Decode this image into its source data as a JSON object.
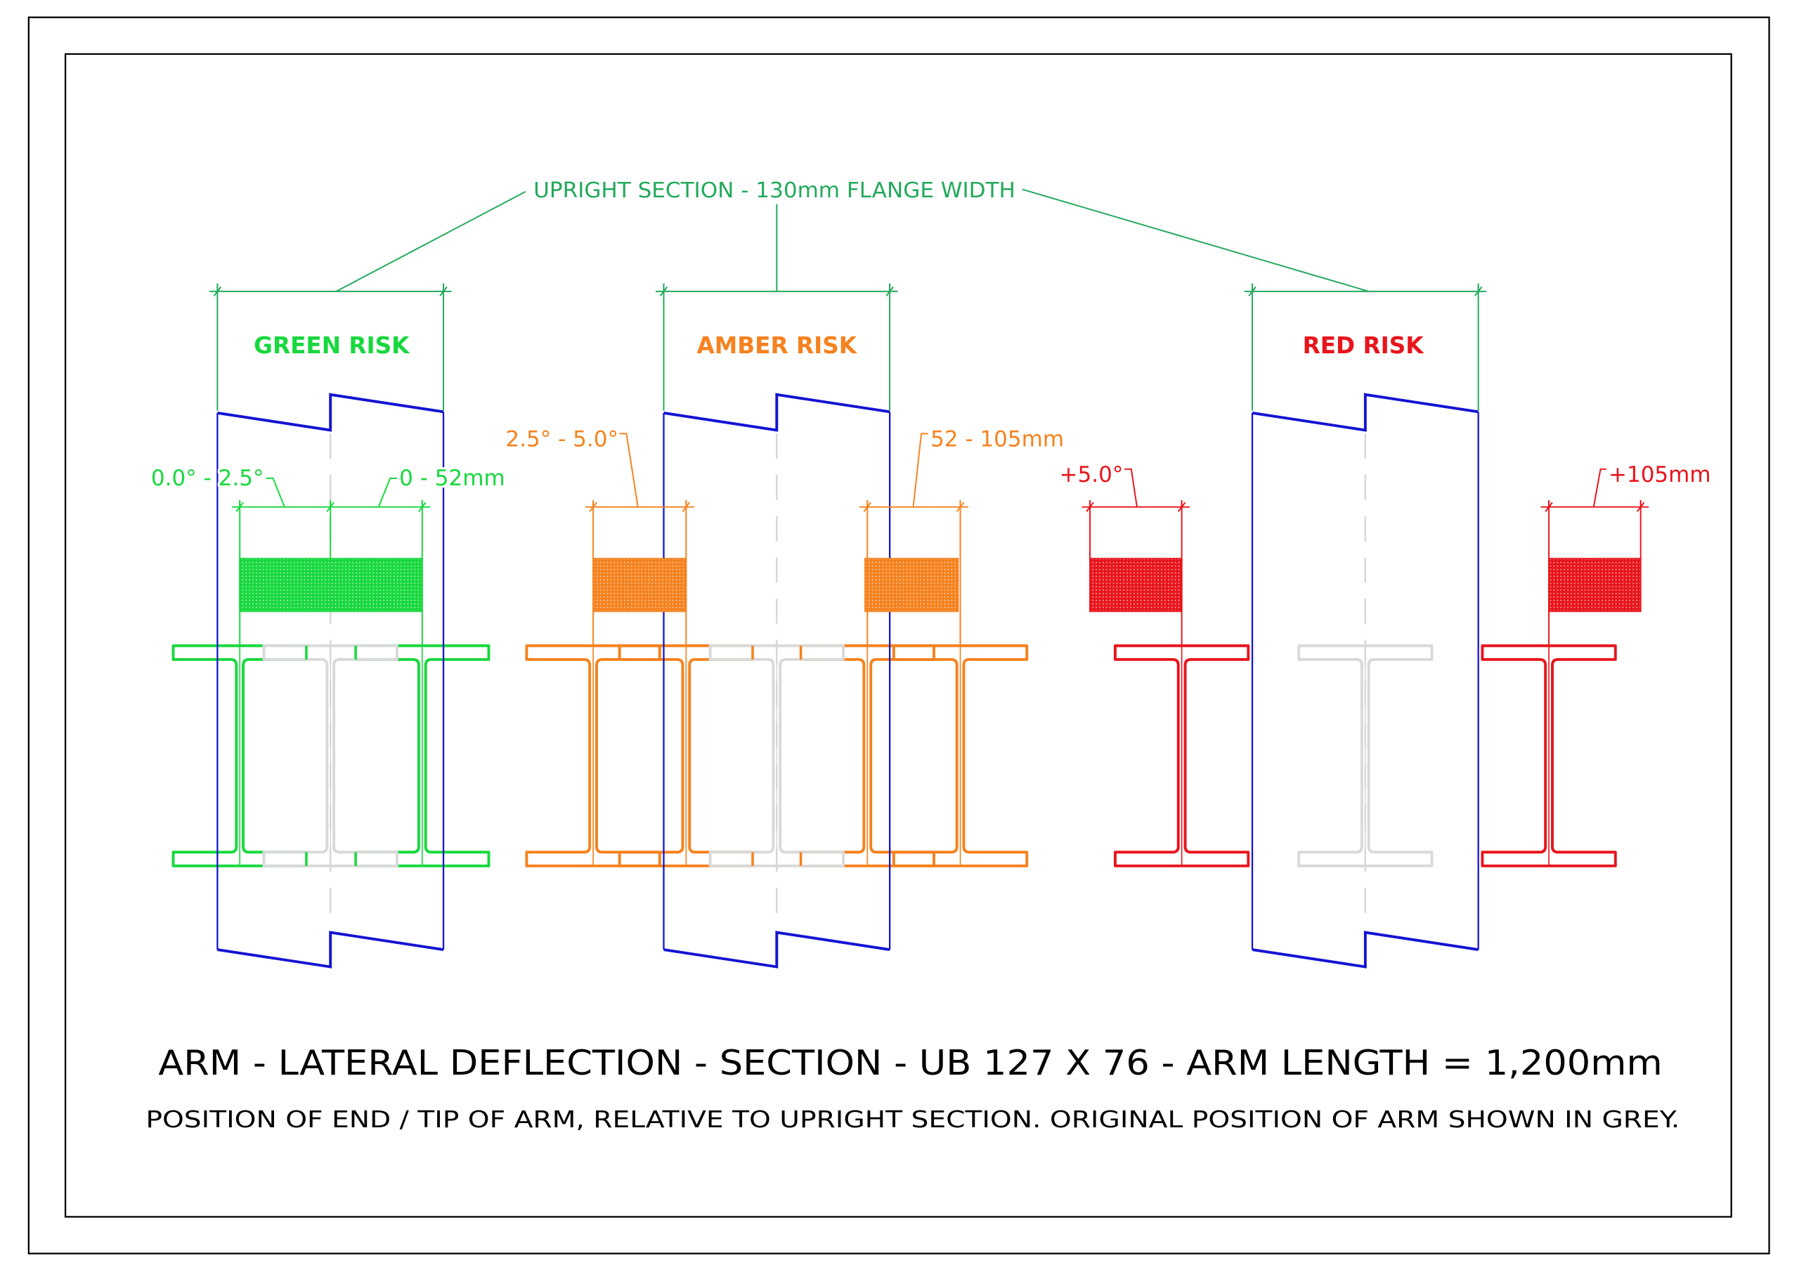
{
  "drawing": {
    "title": "ARM - LATERAL DEFLECTION - SECTION - UB 127 X 76 - ARM LENGTH = 1,200mm",
    "subtitle": "POSITION OF END / TIP OF ARM, RELATIVE TO UPRIGHT SECTION. ORIGINAL POSITION OF ARM SHOWN IN GREY.",
    "upright_label": "UPRIGHT SECTION - 130mm FLANGE WIDTH"
  },
  "groups": [
    {
      "risk": "GREEN RISK",
      "angle": "0.0° - 2.5°",
      "deflection": "0 - 52mm",
      "color": "#18d83e"
    },
    {
      "risk": "AMBER RISK",
      "angle": "2.5° - 5.0°",
      "deflection": "52 - 105mm",
      "color": "#f5821f"
    },
    {
      "risk": "RED RISK",
      "angle": "+5.0°",
      "deflection": "+105mm",
      "color": "#e8151c"
    }
  ],
  "colors": {
    "upright": "#1414d2",
    "leader": "#22a95c",
    "original": "#d9d9d9",
    "frame": "#000000"
  }
}
